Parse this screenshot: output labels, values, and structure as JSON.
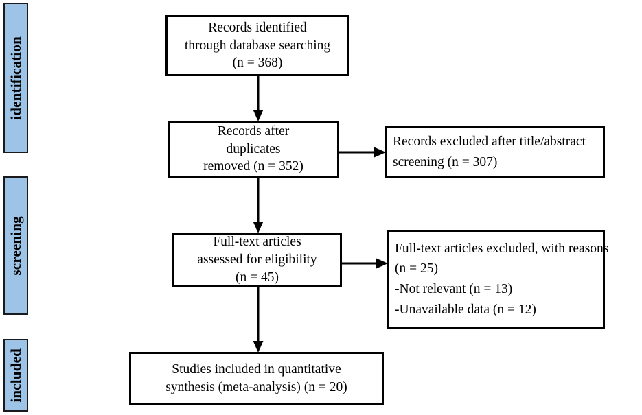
{
  "diagram": {
    "type": "prisma-flow-diagram",
    "accent_color": "#9DC3E6",
    "border_color": "#000000",
    "background_color": "#FFFFFF"
  },
  "phases": [
    {
      "id": "identification",
      "label": "identification"
    },
    {
      "id": "screening",
      "label": "screening"
    },
    {
      "id": "included",
      "label": "included"
    }
  ],
  "boxes": {
    "identified": {
      "lines": [
        "Records identified",
        "through database searching",
        "(n = 368)"
      ],
      "count": 368
    },
    "deduped": {
      "lines": [
        "Records after",
        "duplicates",
        "removed (n = 352)"
      ],
      "count": 352
    },
    "excluded_title_abstract": {
      "lines": [
        "Records excluded after title/abstract",
        " screening (n = 307)"
      ],
      "count": 307
    },
    "fulltext": {
      "lines": [
        "Full-text articles",
        "assessed for eligibility",
        "(n = 45)"
      ],
      "count": 45
    },
    "excluded_fulltext": {
      "lines": [
        "Full-text articles excluded, with reasons",
        " (n = 25)",
        "-Not relevant (n = 13)",
        "-Unavailable data (n = 12)"
      ],
      "count": 25,
      "reasons": [
        {
          "label": "Not relevant",
          "count": 13
        },
        {
          "label": "Unavailable data",
          "count": 12
        }
      ]
    },
    "included": {
      "lines": [
        "Studies included in quantitative",
        "synthesis (meta-analysis) (n = 20)"
      ],
      "count": 20
    }
  },
  "connectors": [
    {
      "id": "identified-to-deduped",
      "direction": "down"
    },
    {
      "id": "deduped-to-excluded",
      "direction": "right"
    },
    {
      "id": "deduped-to-fulltext",
      "direction": "down"
    },
    {
      "id": "fulltext-to-excluded-fulltext",
      "direction": "right"
    },
    {
      "id": "fulltext-to-included",
      "direction": "down"
    }
  ]
}
